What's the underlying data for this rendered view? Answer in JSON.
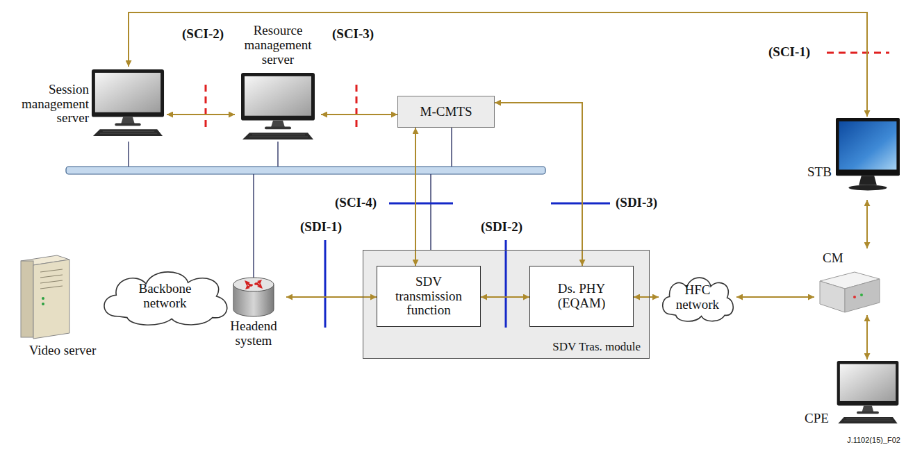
{
  "diagram": {
    "nodes": [
      {
        "text": [
          "Session management server"
        ]
      },
      {
        "text": [
          "Resource management server"
        ]
      },
      {
        "text": [
          "M-CMTS"
        ]
      },
      {
        "text": [
          "SDV Tras. module"
        ]
      },
      {
        "text": [
          "SDV transmission function"
        ],
        "in": 3
      },
      {
        "text": [
          "Ds. PHY (EQAM)"
        ],
        "in": 3
      },
      {
        "text": [
          "STB"
        ]
      },
      {
        "text": [
          "CM"
        ]
      },
      {
        "text": [
          "CPE"
        ]
      },
      {
        "text": [
          "Video server"
        ]
      },
      {
        "text": [
          "Backbone network"
        ]
      },
      {
        "text": [
          "Headend system"
        ]
      },
      {
        "text": [
          "HFC network"
        ]
      }
    ],
    "edges": [
      {
        "from": 6,
        "to": 0,
        "arrow": "both"
      },
      {
        "from": 0,
        "to": 1,
        "arrow": "both"
      },
      {
        "from": 1,
        "to": 2,
        "arrow": "both"
      },
      {
        "from": 2,
        "to": 4,
        "arrow": "both"
      },
      {
        "from": 2,
        "to": 5,
        "arrow": "both"
      },
      {
        "from": 11,
        "to": 4,
        "arrow": "both"
      },
      {
        "from": 4,
        "to": 5,
        "arrow": "both"
      },
      {
        "from": 5,
        "to": 12,
        "arrow": "both"
      },
      {
        "from": 12,
        "to": 7,
        "arrow": "both"
      },
      {
        "from": 6,
        "to": 7,
        "arrow": "both"
      },
      {
        "from": 7,
        "to": 8,
        "arrow": "both"
      }
    ],
    "labels": [
      "(SCI-2)",
      "(SCI-3)",
      "(SCI-1)",
      "(SCI-4)",
      "(SDI-1)",
      "(SDI-2)",
      "(SDI-3)",
      "J.1102(15)_F02"
    ]
  }
}
